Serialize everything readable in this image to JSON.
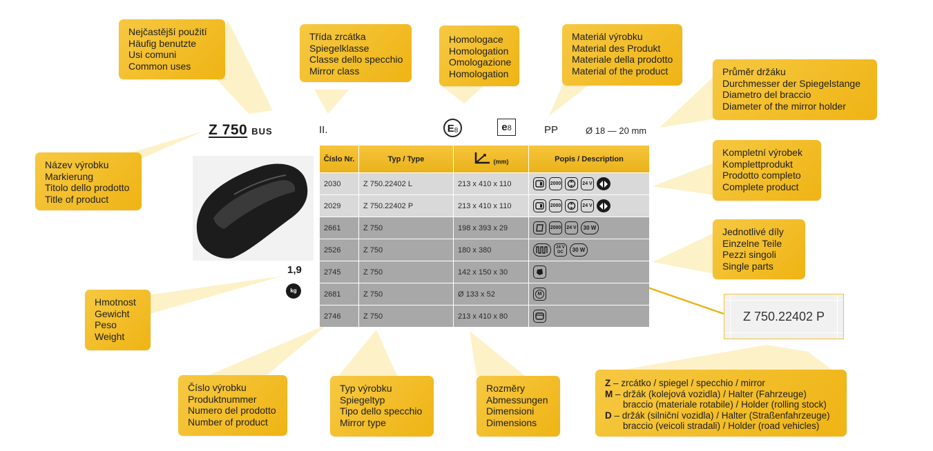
{
  "callouts": {
    "common_uses": [
      "Nejčastější použití",
      "Häufig benutzte",
      "Usi comuni",
      "Common uses"
    ],
    "mirror_class": [
      "Třída zrcátka",
      "Spiegelklasse",
      "Classe dello specchio",
      "Mirror class"
    ],
    "homologation": [
      "Homologace",
      "Homologation",
      "Omologazione",
      "Homologation"
    ],
    "material": [
      "Materiál výrobku",
      "Material des Produkt",
      "Materiale della prodotto",
      "Material of the product"
    ],
    "diameter": [
      "Průměr držáku",
      "Durchmesser der Spiegelstange",
      "Diametro del braccio",
      "Diameter of the mirror holder"
    ],
    "product_name": [
      "Název výrobku",
      "Markierung",
      "Titolo dello prodotto",
      "Title of product"
    ],
    "complete_product": [
      "Kompletní výrobek",
      "Komplettprodukt",
      "Prodotto completo",
      "Complete product"
    ],
    "single_parts": [
      "Jednotlivé díly",
      "Einzelne Teile",
      "Pezzi singoli",
      "Single parts"
    ],
    "weight": [
      "Hmotnost",
      "Gewicht",
      "Peso",
      "Weight"
    ],
    "product_number": [
      "Číslo výrobku",
      "Produktnummer",
      "Numero del prodotto",
      "Number of product"
    ],
    "mirror_type": [
      "Typ výrobku",
      "Spiegeltyp",
      "Tipo dello specchio",
      "Mirror type"
    ],
    "dimensions": [
      "Rozměry",
      "Abmessungen",
      "Dimensioni",
      "Dimensions"
    ]
  },
  "legend": [
    {
      "letter": "Z",
      "text": " – zrcátko / spiegel / specchio / mirror"
    },
    {
      "letter": "M",
      "text": " – držák (kolejová vozidla) / Halter (Fahrzeuge)"
    },
    {
      "letter": "",
      "text": "braccio (materiale rotabile) / Holder (rolling stock)"
    },
    {
      "letter": "D",
      "text": " – držák (silniční vozidla) / Halter (Straßenfahrzeuge)"
    },
    {
      "letter": "",
      "text": "braccio (veicoli stradali) / Holder (road vehicles)"
    }
  ],
  "header": {
    "title": "Z 750",
    "title_suffix": "BUS",
    "mirror_class": "II.",
    "homol_e": "E",
    "homol_e_num": "8",
    "homol_e8": "e",
    "homol_e8_num": "8",
    "material": "PP",
    "diameter": "Ø 18 — 20 mm"
  },
  "table": {
    "headers": [
      "Číslo Nr.",
      "Typ / Type",
      "(mm)",
      "Popis / Description"
    ],
    "rows": [
      {
        "number": "2030",
        "type": "Z 750.22402 L",
        "dims": "213 x 410 x 110",
        "icons": [
          "holder",
          "2000",
          "adjust",
          "24V heat",
          "arrows"
        ]
      },
      {
        "number": "2029",
        "type": "Z 750.22402 P",
        "dims": "213 x 410 x 110",
        "icons": [
          "holder",
          "2000",
          "adjust",
          "24V heat",
          "arrows"
        ]
      },
      {
        "number": "2661",
        "type": "Z 750",
        "dims": "198 x 393 x 29",
        "icons": [
          "glass",
          "2000",
          "24V heat",
          "30 W"
        ]
      },
      {
        "number": "2526",
        "type": "Z 750",
        "dims": "180 x 380",
        "icons": [
          "heater",
          "24V DC",
          "30 W"
        ]
      },
      {
        "number": "2745",
        "type": "Z 750",
        "dims": "142 x 150 x 30",
        "icons": [
          "part"
        ]
      },
      {
        "number": "2681",
        "type": "Z 750",
        "dims": "Ø 133 x 52",
        "icons": [
          "motor"
        ]
      },
      {
        "number": "2746",
        "type": "Z 750",
        "dims": "213 x 410 x 80",
        "icons": [
          "housing"
        ]
      }
    ]
  },
  "icon_labels": {
    "i2000": "2000",
    "i24v": "24 V",
    "i24vdc": "24 V DC",
    "i30w": "30 W",
    "motor": "M",
    "kg": "kg"
  },
  "weight": "1,9",
  "sample_label": "Z 750.22402 P",
  "colors": {
    "accent": "#f2bd2c",
    "row_light": "#d9d9d9",
    "row_dark": "#a8a8a8"
  }
}
